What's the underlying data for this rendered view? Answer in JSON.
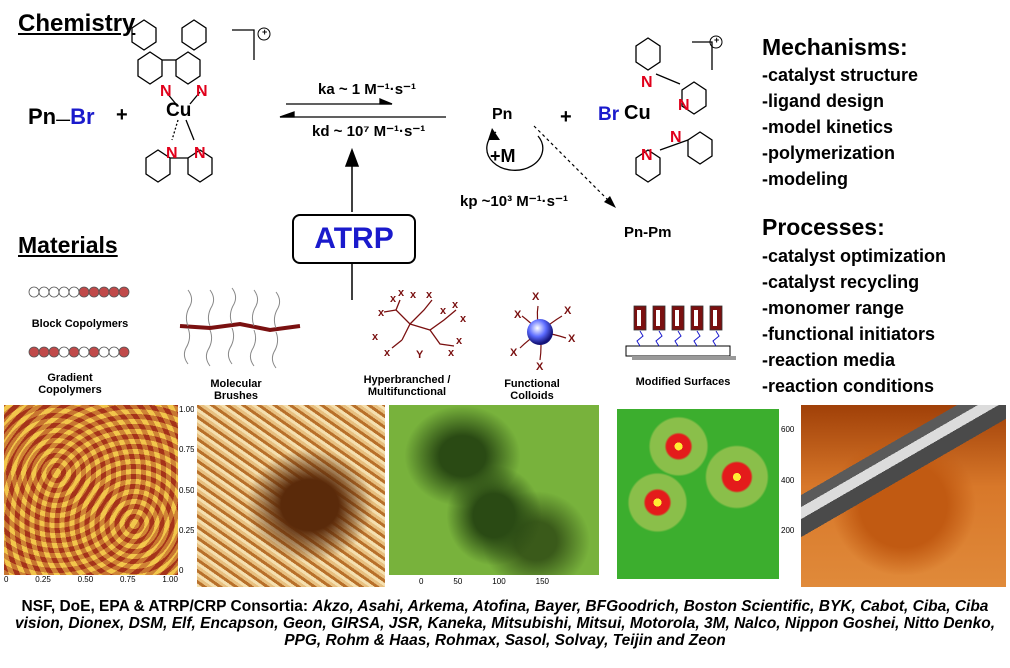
{
  "headings": {
    "chemistry": "Chemistry",
    "materials": "Materials",
    "mechanisms": "Mechanisms:",
    "processes": "Processes:"
  },
  "reaction": {
    "dormant": "Pn",
    "dormant_br": "Br",
    "plus1": "+",
    "plus2": "+",
    "cu_label": "Cu",
    "ka": "ka ~ 1 M⁻¹·s⁻¹",
    "kd": "kd ~ 10⁷ M⁻¹·s⁻¹",
    "radical": "Pn",
    "monomer": "+M",
    "kp": "kp ~10³ M⁻¹·s⁻¹",
    "termination": "Pn-Pm",
    "deact_br": "Br",
    "charge": "+",
    "atrp": "ATRP"
  },
  "mechanisms": [
    "-catalyst structure",
    "-ligand design",
    "-model kinetics",
    "-polymerization",
    "-modeling"
  ],
  "processes": [
    "-catalyst optimization",
    "-catalyst recycling",
    "-monomer range",
    "-functional initiators",
    "-reaction media",
    "-reaction conditions"
  ],
  "materials": {
    "block": "Block Copolymers",
    "gradient": "Gradient Copolymers",
    "brushes": "Molecular Brushes",
    "hyper": "Hyperbranched / Multifunctional",
    "colloids": "Functional Colloids",
    "surfaces": "Modified Surfaces"
  },
  "micrographs": {
    "afm1_ticks_x": [
      "0",
      "0.25",
      "0.50",
      "0.75",
      "1.00"
    ],
    "afm1_ticks_y": [
      "1.00",
      "0.75",
      "0.50",
      "0.25",
      "0"
    ],
    "afm3_ticks_x": [
      "0",
      "50",
      "100",
      "150"
    ],
    "afm4_ticks_y": [
      "600",
      "400",
      "200"
    ]
  },
  "credits": {
    "lead": "NSF, DoE, EPA & ATRP/CRP Consortia: ",
    "list": "Akzo, Asahi, Arkema,  Atofina, Bayer, BFGoodrich, Boston Scientific, BYK, Cabot, Ciba, Ciba vision, Dionex, DSM, Elf, Encapson, Geon, GIRSA, JSR, Kaneka, Mitsubishi, Mitsui, Motorola, 3M, Nalco, Nippon Goshei, Nitto Denko, PPG, Rohm & Haas, Rohmax, Sasol, Solvay, Teijin and Zeon"
  },
  "colors": {
    "nitrogen": "#e0001b",
    "bromine": "#1a1acc",
    "atrp": "#1a1acc"
  }
}
